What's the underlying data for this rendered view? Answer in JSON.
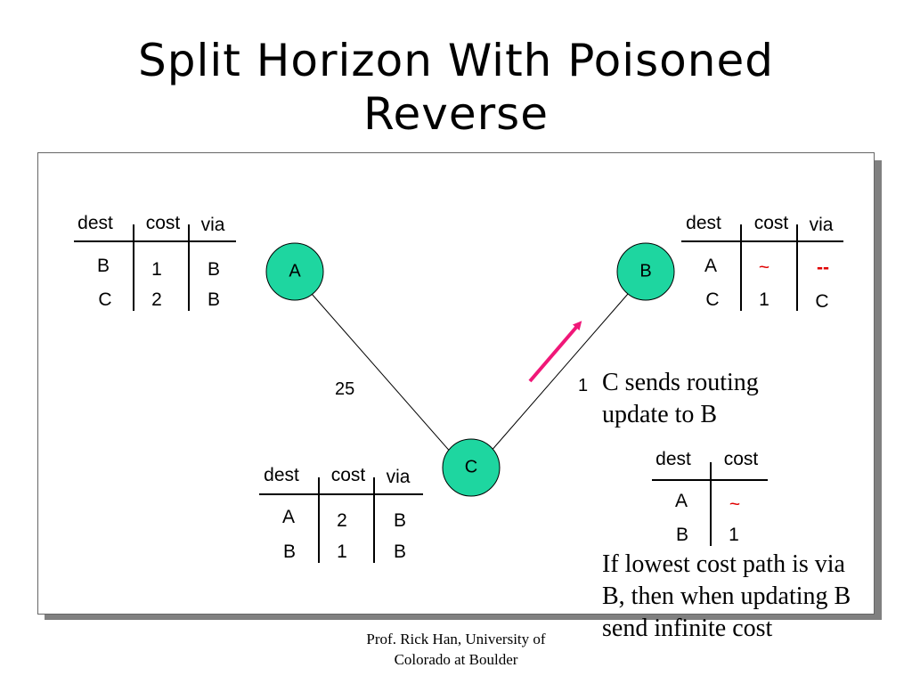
{
  "slide": {
    "title_line1": "Split Horizon With Poisoned",
    "title_line2": "Reverse",
    "footer_line1": "Prof. Rick Han, University of",
    "footer_line2": "Colorado at Boulder"
  },
  "colors": {
    "node_fill": "#1ed6a0",
    "arrow": "#f01778",
    "highlight": "#e00000"
  },
  "nodes": [
    {
      "id": "A",
      "label": "A"
    },
    {
      "id": "B",
      "label": "B"
    },
    {
      "id": "C",
      "label": "C"
    }
  ],
  "edges": [
    {
      "from": "A",
      "to": "C",
      "cost": "25"
    },
    {
      "from": "B",
      "to": "C",
      "cost": "1"
    }
  ],
  "table_a": {
    "headers": [
      "dest",
      "cost",
      "via"
    ],
    "rows": [
      [
        "B",
        "1",
        "B"
      ],
      [
        "C",
        "2",
        "B"
      ]
    ]
  },
  "table_b": {
    "headers": [
      "dest",
      "cost",
      "via"
    ],
    "rows": [
      [
        "A",
        "~",
        "--"
      ],
      [
        "C",
        "1",
        "C"
      ]
    ]
  },
  "table_c": {
    "headers": [
      "dest",
      "cost",
      "via"
    ],
    "rows": [
      [
        "A",
        "2",
        "B"
      ],
      [
        "B",
        "1",
        "B"
      ]
    ]
  },
  "table_update": {
    "headers": [
      "dest",
      "cost"
    ],
    "rows": [
      [
        "A",
        "~"
      ],
      [
        "B",
        "1"
      ]
    ]
  },
  "notes": {
    "update_line1": "C sends routing",
    "update_line2": "update to B",
    "rule_line1": "If lowest cost path is via",
    "rule_line2": "B, then when updating B",
    "rule_line3": "send infinite cost"
  }
}
